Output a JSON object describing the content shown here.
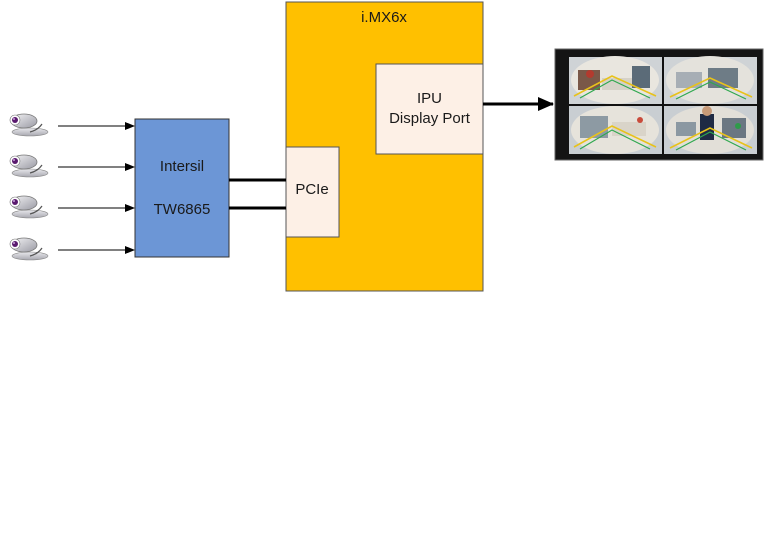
{
  "soc": {
    "title": "i.MX6x",
    "color": "#FFC000"
  },
  "decoder": {
    "line1": "Intersil",
    "line2": "TW6865",
    "color": "#6C96D6"
  },
  "pcie": {
    "label": "PCIe",
    "color": "#FDF0E6"
  },
  "ipu": {
    "line1": "IPU",
    "line2": "Display Port",
    "color": "#FDF0E6"
  },
  "cameras": [
    {
      "icon": "camera-icon"
    },
    {
      "icon": "camera-icon"
    },
    {
      "icon": "camera-icon"
    },
    {
      "icon": "camera-icon"
    }
  ],
  "display": {
    "icon": "quad-view-display-image"
  }
}
